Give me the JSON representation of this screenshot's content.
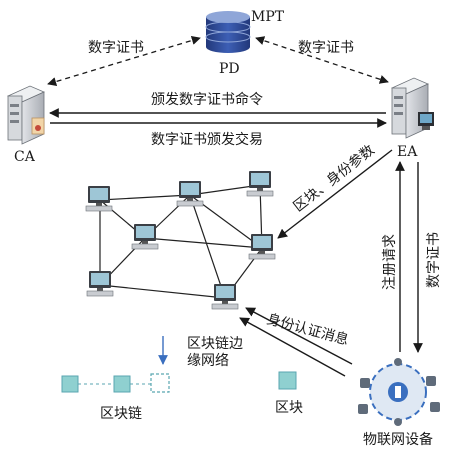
{
  "nodes": {
    "pd_top_label": "MPT",
    "pd_label": "PD",
    "ca_label": "CA",
    "ea_label": "EA",
    "edge_network_label_line1": "区块链边",
    "edge_network_label_line2": "缘网络",
    "iot_label": "物联网设备"
  },
  "edges": {
    "ca_pd": "数字证书",
    "pd_ea": "数字证书",
    "ea_to_ca_command": "颁发数字证书命令",
    "ca_to_ea_transaction": "数字证书颁发交易",
    "ea_to_network": "区块、身份参数",
    "iot_to_ea_register": "注册请求",
    "ea_to_iot_certificate": "数字证书",
    "iot_to_network_auth": "身份认证消息"
  },
  "legend": {
    "blockchain_label": "区块链",
    "block_label": "区块"
  },
  "colors": {
    "teal": "#8fd0d0",
    "teal_dark": "#5aa6b0",
    "server": "#c9ccd1",
    "server_dark": "#7a7f86",
    "pd_body": "#2f4e9b",
    "pd_top": "#8fa6d8",
    "screen": "#9ec6d6",
    "arrow_blue": "#3a6fbf"
  }
}
